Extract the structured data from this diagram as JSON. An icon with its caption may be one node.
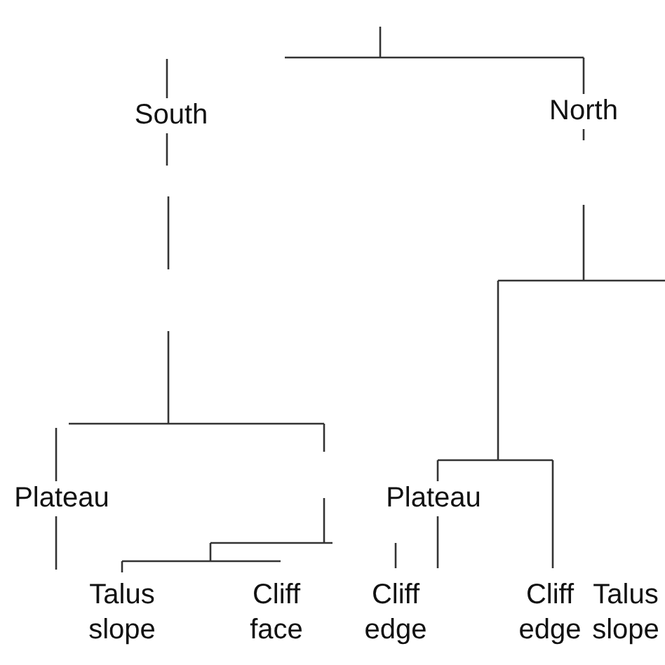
{
  "diagram": {
    "labels": [
      "South",
      "North",
      "Plateau",
      "Plateau",
      "Talus slope",
      "Cliff face",
      "Cliff edge",
      "Cliff edge",
      "Talus slope"
    ]
  }
}
